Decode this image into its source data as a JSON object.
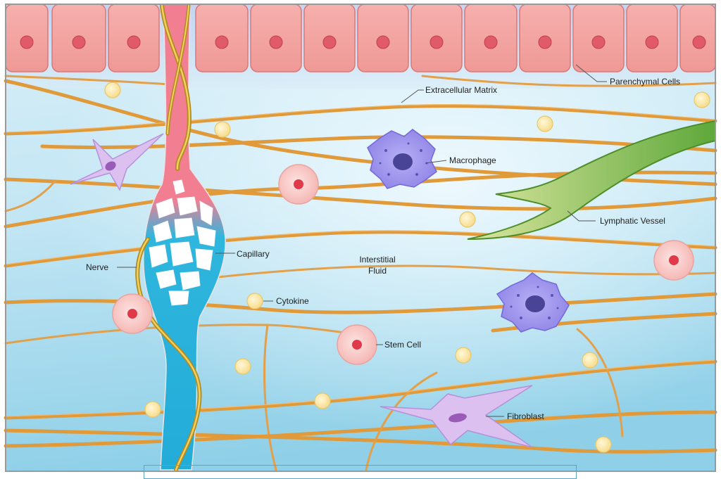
{
  "title": "Interstitial tissue diagram",
  "labels": {
    "parenchymal_cells": "Parenchymal Cells",
    "extracellular_matrix": "Extracellular Matrix",
    "macrophage": "Macrophage",
    "lymphatic_vessel": "Lymphatic Vessel",
    "capillary": "Capillary",
    "nerve": "Nerve",
    "interstitial_fluid_line1": "Interstitial",
    "interstitial_fluid_line2": "Fluid",
    "cytokine": "Cytokine",
    "stem_cell": "Stem Cell",
    "fibroblast": "Fibroblast"
  },
  "colors": {
    "background_top": "#cfeaf6",
    "background_bottom": "#8fd0e8",
    "parenchymal_fill": "#f4a3a0",
    "parenchymal_nucleus": "#e05a6a",
    "fiber": "#e09a3a",
    "capillary_arterial": "#f2788f",
    "capillary_venous": "#27b2dc",
    "nerve": "#c9a227",
    "macrophage": "#8a7fe0",
    "lymphatic": "#8fbe4a",
    "stem_cell": "#f9c9c6",
    "cytokine": "#fbe6a6",
    "fibroblast": "#d9b8ee"
  },
  "icons": [
    "parenchymal-cell-icon",
    "capillary-icon",
    "nerve-icon",
    "macrophage-icon",
    "lymphatic-vessel-icon",
    "stem-cell-icon",
    "cytokine-icon",
    "fibroblast-icon"
  ]
}
